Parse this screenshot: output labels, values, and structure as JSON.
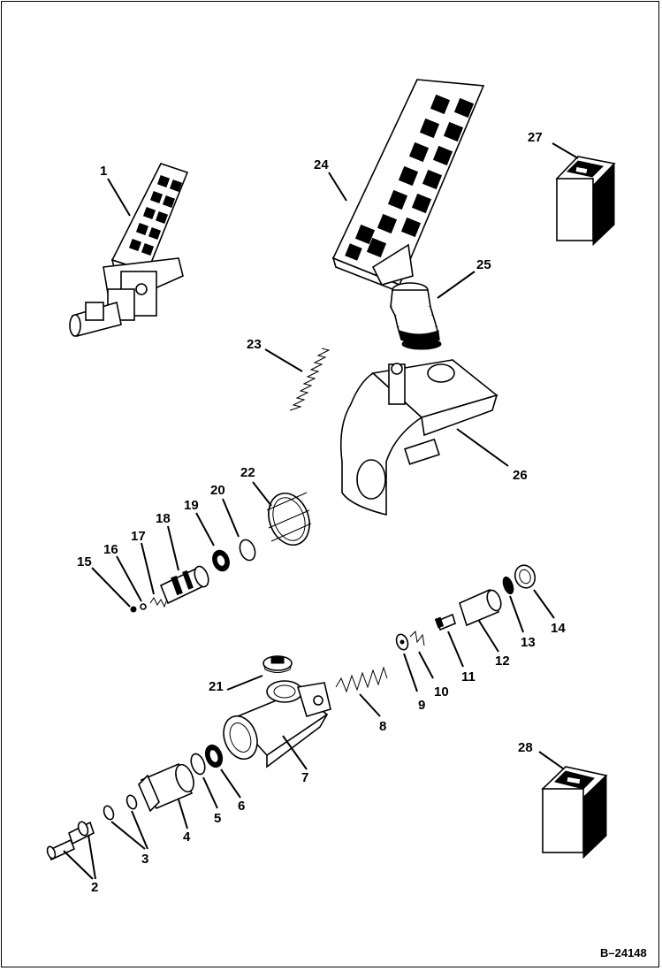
{
  "figure_ref": "B–24148",
  "callouts": [
    {
      "id": "1",
      "label": "1"
    },
    {
      "id": "2",
      "label": "2"
    },
    {
      "id": "3",
      "label": "3"
    },
    {
      "id": "4",
      "label": "4"
    },
    {
      "id": "5",
      "label": "5"
    },
    {
      "id": "6",
      "label": "6"
    },
    {
      "id": "7",
      "label": "7"
    },
    {
      "id": "8",
      "label": "8"
    },
    {
      "id": "9",
      "label": "9"
    },
    {
      "id": "10",
      "label": "10"
    },
    {
      "id": "11",
      "label": "11"
    },
    {
      "id": "12",
      "label": "12"
    },
    {
      "id": "13",
      "label": "13"
    },
    {
      "id": "14",
      "label": "14"
    },
    {
      "id": "15",
      "label": "15"
    },
    {
      "id": "16",
      "label": "16"
    },
    {
      "id": "17",
      "label": "17"
    },
    {
      "id": "18",
      "label": "18"
    },
    {
      "id": "19",
      "label": "19"
    },
    {
      "id": "20",
      "label": "20"
    },
    {
      "id": "21",
      "label": "21"
    },
    {
      "id": "22",
      "label": "22"
    },
    {
      "id": "23",
      "label": "23"
    },
    {
      "id": "24",
      "label": "24"
    },
    {
      "id": "25",
      "label": "25"
    },
    {
      "id": "26",
      "label": "26"
    },
    {
      "id": "27",
      "label": "27"
    },
    {
      "id": "28",
      "label": "28"
    }
  ]
}
